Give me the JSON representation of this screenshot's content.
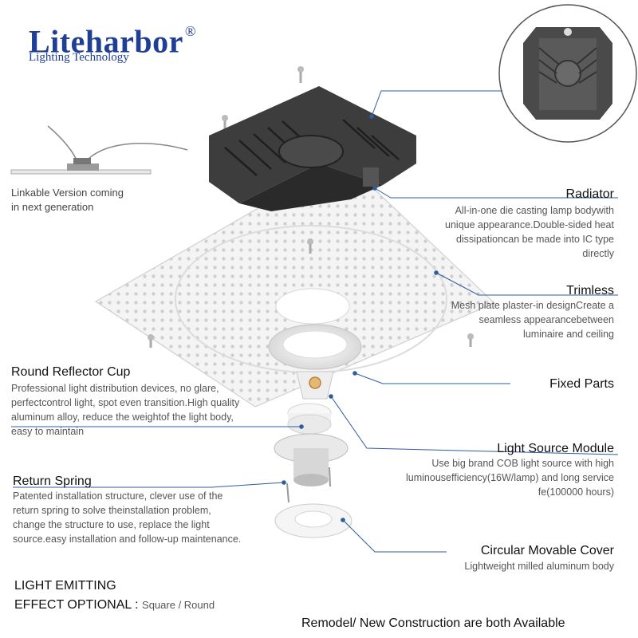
{
  "brand": {
    "name": "Liteharbor",
    "registered": "®",
    "tagline": "Lighting Technology"
  },
  "linkable_note": [
    "Linkable Version coming",
    "in next generation"
  ],
  "callouts": {
    "radiator": {
      "title": "Radiator",
      "lines": [
        "All-in-one die casting lamp bodywith",
        "unique appearance.Double-sided heat",
        "dissipationcan be made into IC type",
        "directly"
      ]
    },
    "trimless": {
      "title": "Trimless",
      "lines": [
        "Mesh plate plaster-in designCreate a",
        "seamless appearancebetween",
        "luminaire and ceiling"
      ]
    },
    "fixed_parts": {
      "title": "Fixed Parts"
    },
    "light_source": {
      "title": "Light Source Module",
      "lines": [
        "Use big brand COB light source with high",
        "luminousefficiency(16W/lamp) and long service",
        "fe(100000 hours)"
      ]
    },
    "circular_cover": {
      "title": "Circular Movable Cover",
      "lines": [
        "Lightweight milled aluminum body"
      ]
    },
    "reflector": {
      "title": "Round Reflector Cup",
      "lines": [
        "Professional light distribution devices, no glare,",
        "perfectcontrol light, spot even transition.High quality",
        "aluminum alloy, reduce the weightof the light body,",
        "easy to maintain"
      ]
    },
    "return_spring": {
      "title": "Return Spring",
      "lines": [
        "Patented installation structure, clever use of the",
        "return spring to solve theinstallation problem,",
        "change the structure to use, replace the light",
        "source.easy installation and follow-up maintenance."
      ]
    }
  },
  "effect": {
    "line1": "LIGHT EMITTING",
    "line2": "EFFECT OPTIONAL :",
    "options": "Square / Round"
  },
  "availability": "Remodel/ New Construction are both Available",
  "colors": {
    "brand": "#1f3f94",
    "leader": "#2f5d9e",
    "body": "#3a3a3a"
  }
}
